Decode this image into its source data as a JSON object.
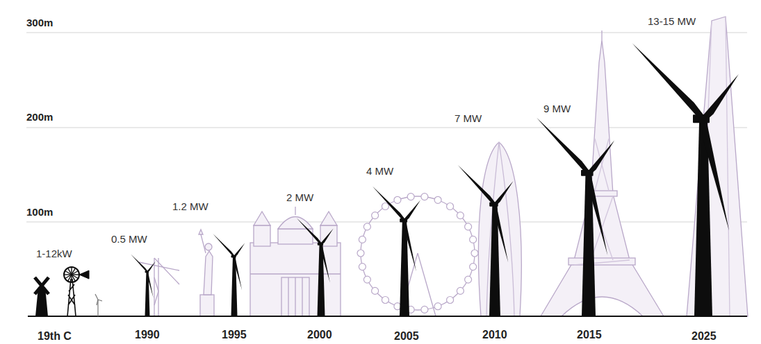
{
  "diagram": {
    "labels": [
      "300m",
      "200m",
      "100m",
      "1-12kW",
      "0.5 MW",
      "1.2 MW",
      "2 MW",
      "4 MW",
      "7 MW",
      "9 MW",
      "13-15 MW",
      "19th C",
      "1990",
      "1995",
      "2000",
      "2005",
      "2010",
      "2015",
      "2025"
    ]
  }
}
